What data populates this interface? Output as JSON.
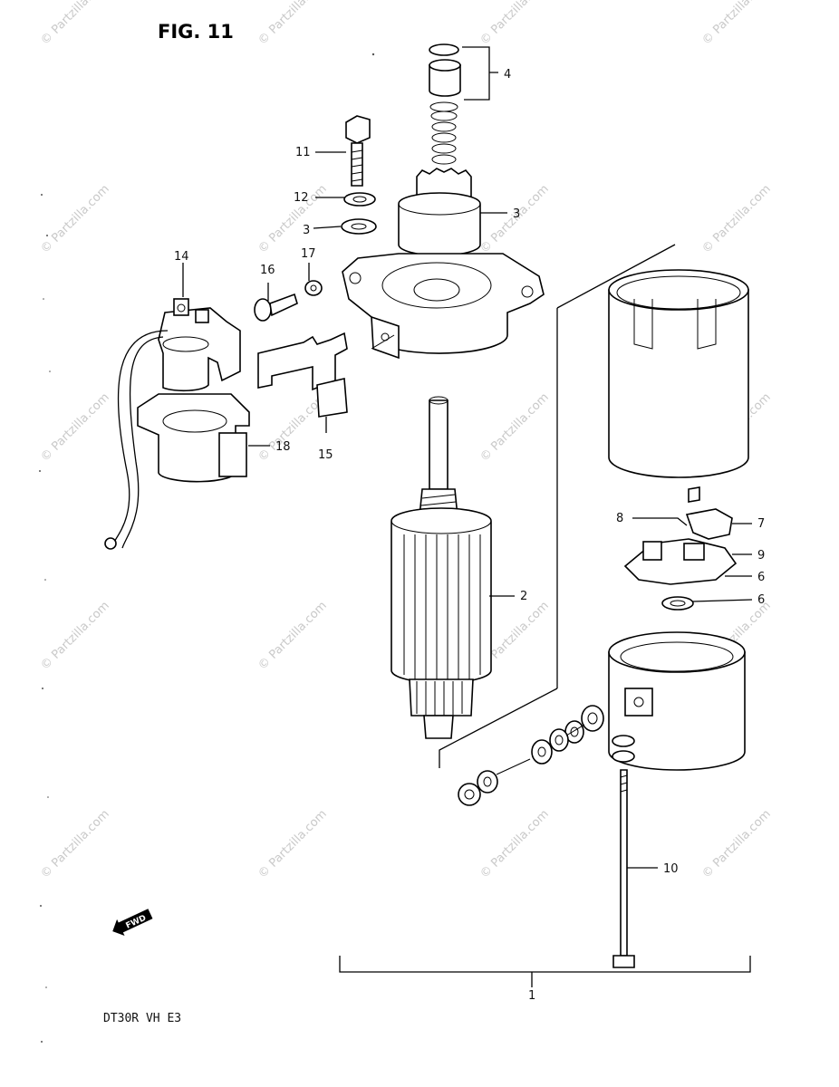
{
  "figure": {
    "title": "FIG. 11",
    "model": "DT30R  VH  E3",
    "fwd_badge": "FWD"
  },
  "watermark": "© Partzilla.com",
  "callouts": [
    {
      "id": "c1",
      "label": "1"
    },
    {
      "id": "c2",
      "label": "2"
    },
    {
      "id": "c3a",
      "label": "3"
    },
    {
      "id": "c3b",
      "label": "3"
    },
    {
      "id": "c4",
      "label": "4"
    },
    {
      "id": "c6a",
      "label": "6"
    },
    {
      "id": "c6b",
      "label": "6"
    },
    {
      "id": "c7",
      "label": "7"
    },
    {
      "id": "c8",
      "label": "8"
    },
    {
      "id": "c9",
      "label": "9"
    },
    {
      "id": "c10",
      "label": "10"
    },
    {
      "id": "c11",
      "label": "11"
    },
    {
      "id": "c12",
      "label": "12"
    },
    {
      "id": "c14",
      "label": "14"
    },
    {
      "id": "c15",
      "label": "15"
    },
    {
      "id": "c16",
      "label": "16"
    },
    {
      "id": "c17",
      "label": "17"
    },
    {
      "id": "c18",
      "label": "18"
    }
  ]
}
